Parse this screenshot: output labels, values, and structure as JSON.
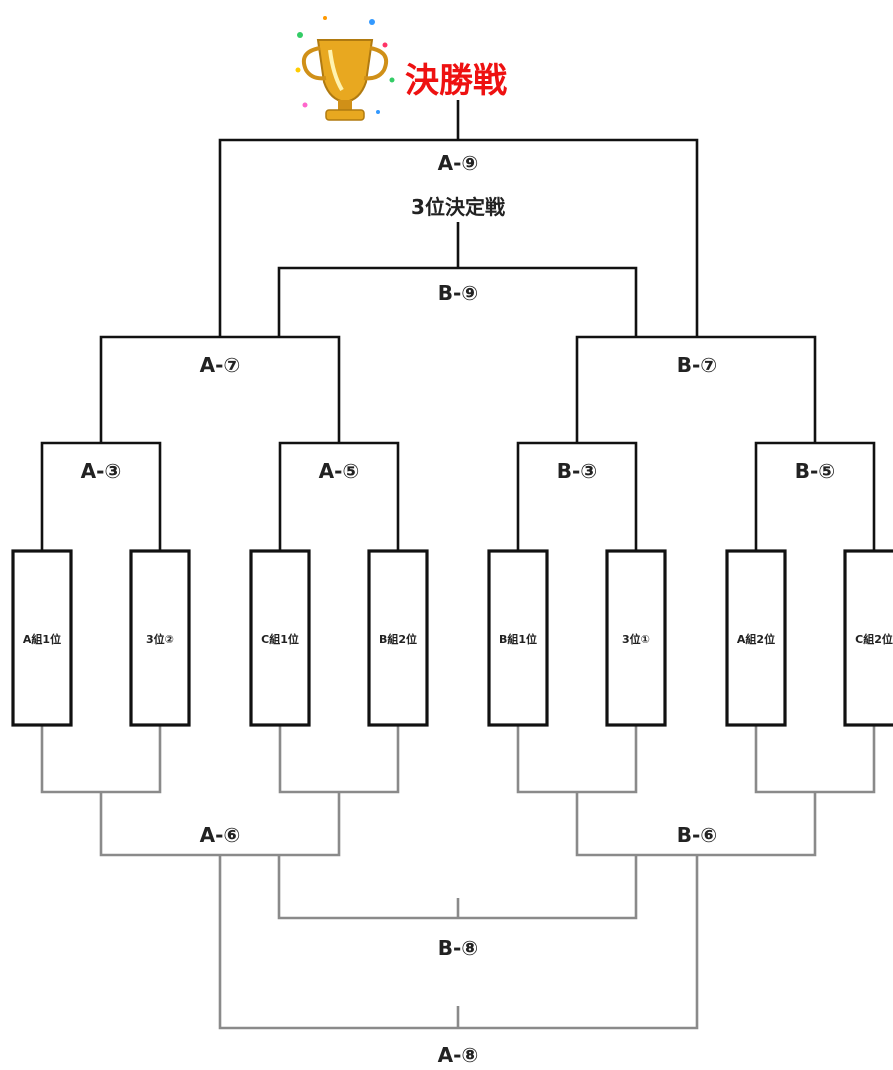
{
  "title": "決勝戦",
  "trophy_icon": "trophy-icon",
  "colors": {
    "title": "#ee1111",
    "upper_lines": "#111111",
    "lower_lines": "#8a8a8a",
    "trophy": "#e8a820"
  },
  "final_label": "A-⑨",
  "third_place_title": "3位決定戦",
  "third_place_label": "B-⑨",
  "semi_labels": [
    "A-⑦",
    "B-⑦"
  ],
  "quarter_labels": [
    "A-③",
    "A-⑤",
    "B-③",
    "B-⑤"
  ],
  "seeds": [
    "A組1位",
    "3位②",
    "C組1位",
    "B組2位",
    "B組1位",
    "3位①",
    "A組2位",
    "C組2位"
  ],
  "consolation_labels": [
    "A-⑥",
    "B-⑥"
  ],
  "consolation_b_final": "B-⑧",
  "consolation_a_final": "A-⑧"
}
